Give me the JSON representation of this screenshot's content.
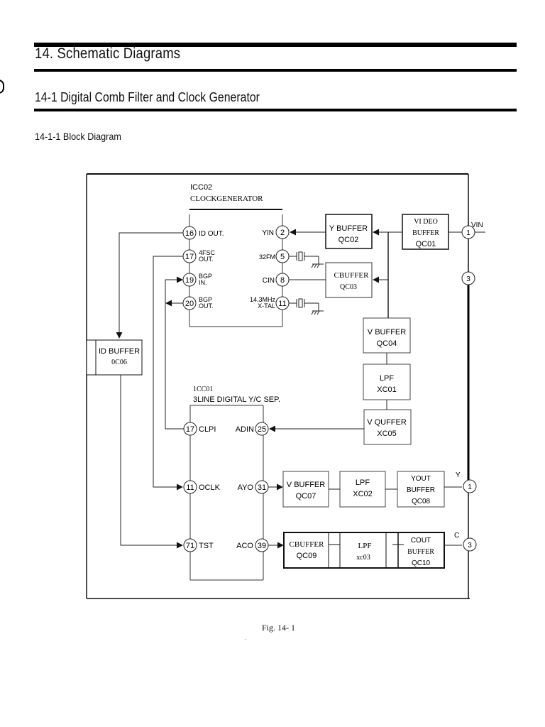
{
  "document": {
    "section_title": "14. Schematic Diagrams",
    "subsection_title": "14-1 Digital Comb Filter and Clock Generator",
    "subsubsection_title": "14-1-1 Block Diagram",
    "figure_caption": "Fig. 14- 1"
  },
  "diagram": {
    "ic_clock": {
      "ref": "ICC02",
      "name": "CLOCKGENERATOR",
      "pins_left": [
        {
          "num": "16",
          "label": "ID OUT.",
          "label2": ""
        },
        {
          "num": "17",
          "label": "4FSC",
          "label2": "OUT."
        },
        {
          "num": "19",
          "label": "BGP",
          "label2": "IN."
        },
        {
          "num": "20",
          "label": "BGP",
          "label2": "OUT."
        }
      ],
      "pins_right": [
        {
          "num": "2",
          "label": "YIN",
          "label2": ""
        },
        {
          "num": "5",
          "label": "32FM",
          "label2": ""
        },
        {
          "num": "8",
          "label": "CIN",
          "label2": ""
        },
        {
          "num": "11",
          "label": "14.3MHz",
          "label2": "X-TAL"
        }
      ]
    },
    "ic_ycsep": {
      "ref": "1CC01",
      "name": "3LINE DIGITAL Y/C SEP.",
      "pins_left": [
        {
          "num": "17",
          "label": "CLPI"
        },
        {
          "num": "11",
          "label": "OCLK"
        },
        {
          "num": "71",
          "label": "TST"
        }
      ],
      "pins_right": [
        {
          "num": "25",
          "label": "ADIN"
        },
        {
          "num": "31",
          "label": "AYO"
        },
        {
          "num": "39",
          "label": "ACO"
        }
      ]
    },
    "blocks": {
      "y_buffer": {
        "line1": "Y BUFFER",
        "line2": "QC02"
      },
      "video_buffer": {
        "line1": "VI DEO",
        "line2": "BUFFER",
        "line3": "QC01"
      },
      "c_buffer_qc03": {
        "line1": "CBUFFER",
        "line2": "QC03"
      },
      "v_buffer_qc04": {
        "line1": "V BUFFER",
        "line2": "QC04"
      },
      "lpf_xc01": {
        "line1": "LPF",
        "line2": "XC01"
      },
      "v_quffer_xc05": {
        "line1": "V QUFFER",
        "line2": "XC05"
      },
      "id_buffer": {
        "line1": "ID BUFFER",
        "line2": "0C06"
      },
      "v_buffer_qc07": {
        "line1": "V BUFFER",
        "line2": "QC07"
      },
      "lpf_xc02": {
        "line1": "LPF",
        "line2": "XC02"
      },
      "yout_buffer": {
        "line1": "YOUT",
        "line2": "BUFFER",
        "line3": "QC08"
      },
      "c_buffer_qc09": {
        "line1": "CBUFFER",
        "line2": "QC09"
      },
      "lpf_xc03": {
        "line1": "LPF",
        "line2": "xc03"
      },
      "cout_buffer": {
        "line1": "COUT",
        "line2": "BUFFER",
        "line3": "QC10"
      }
    },
    "connectors": {
      "vin": {
        "num": "1",
        "label": "VIN"
      },
      "in3": {
        "num": "3"
      },
      "y_out": {
        "num": "1",
        "label": "Y"
      },
      "c_out": {
        "num": "3",
        "label": "C"
      }
    }
  }
}
